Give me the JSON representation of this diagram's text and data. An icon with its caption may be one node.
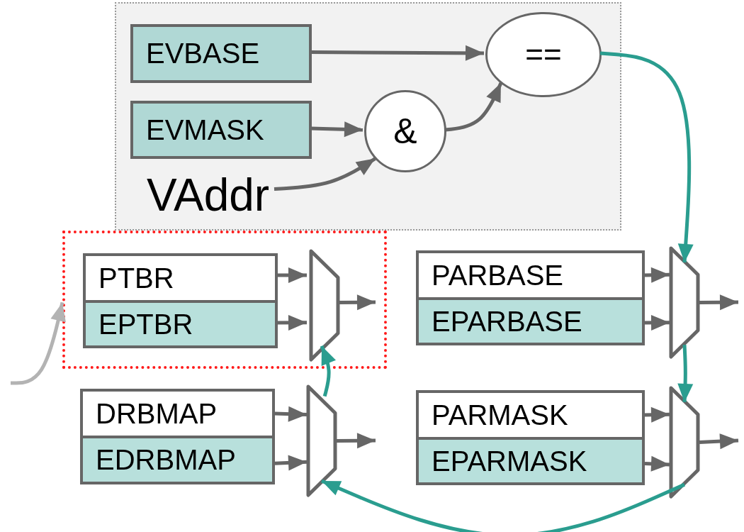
{
  "diagram": {
    "nodes": [
      {
        "text": [],
        "shape": "box"
      },
      {
        "text": [
          "EVBASE"
        ],
        "in": 0
      },
      {
        "text": [
          "EVMASK"
        ],
        "in": 0
      },
      {
        "text": [
          "VAddr"
        ],
        "in": 0
      },
      {
        "text": [
          "&"
        ],
        "in": 0
      },
      {
        "text": [
          "=="
        ],
        "in": 0
      },
      {
        "text": [],
        "shape": "box"
      },
      {
        "text": [
          "PTBR"
        ],
        "in": 6
      },
      {
        "text": [
          "EPTBR"
        ],
        "in": 6
      },
      {
        "text": [],
        "shape": "trapezoid",
        "in": 6
      },
      {
        "text": [
          "DRBMAP"
        ]
      },
      {
        "text": [
          "EDRBMAP"
        ]
      },
      {
        "text": [],
        "shape": "trapezoid"
      },
      {
        "text": [
          "PARBASE"
        ]
      },
      {
        "text": [
          "EPARBASE"
        ]
      },
      {
        "text": [],
        "shape": "trapezoid"
      },
      {
        "text": [
          "PARMASK"
        ]
      },
      {
        "text": [
          "EPARMASK"
        ]
      },
      {
        "text": [],
        "shape": "trapezoid"
      }
    ],
    "edges": [
      {
        "from": 1,
        "to": 5,
        "arrow": "to"
      },
      {
        "from": 2,
        "to": 4,
        "arrow": "to"
      },
      {
        "from": 3,
        "to": 4,
        "arrow": "to"
      },
      {
        "from": 4,
        "to": 5,
        "arrow": "to"
      },
      {
        "from": 5,
        "to": 15,
        "arrow": "to",
        "color": "#2a9d8f"
      },
      {
        "from": 7,
        "to": 9,
        "arrow": "to"
      },
      {
        "from": 8,
        "to": 9,
        "arrow": "to"
      },
      {
        "from": 9,
        "to": null,
        "arrow": "to"
      },
      {
        "from": 10,
        "to": 12,
        "arrow": "to"
      },
      {
        "from": 11,
        "to": 12,
        "arrow": "to"
      },
      {
        "from": 12,
        "to": null,
        "arrow": "to"
      },
      {
        "from": 13,
        "to": 15,
        "arrow": "to"
      },
      {
        "from": 14,
        "to": 15,
        "arrow": "to"
      },
      {
        "from": 15,
        "to": null,
        "arrow": "to"
      },
      {
        "from": 15,
        "to": 18,
        "arrow": "to",
        "color": "#2a9d8f"
      },
      {
        "from": 16,
        "to": 18,
        "arrow": "to"
      },
      {
        "from": 17,
        "to": 18,
        "arrow": "to"
      },
      {
        "from": 18,
        "to": null,
        "arrow": "to"
      },
      {
        "from": 18,
        "to": 12,
        "arrow": "to",
        "color": "#2a9d8f"
      },
      {
        "from": 12,
        "to": 9,
        "arrow": "to",
        "color": "#2a9d8f"
      },
      {
        "from": null,
        "to": 6,
        "arrow": "to",
        "color": "#b3b3b3"
      }
    ]
  }
}
